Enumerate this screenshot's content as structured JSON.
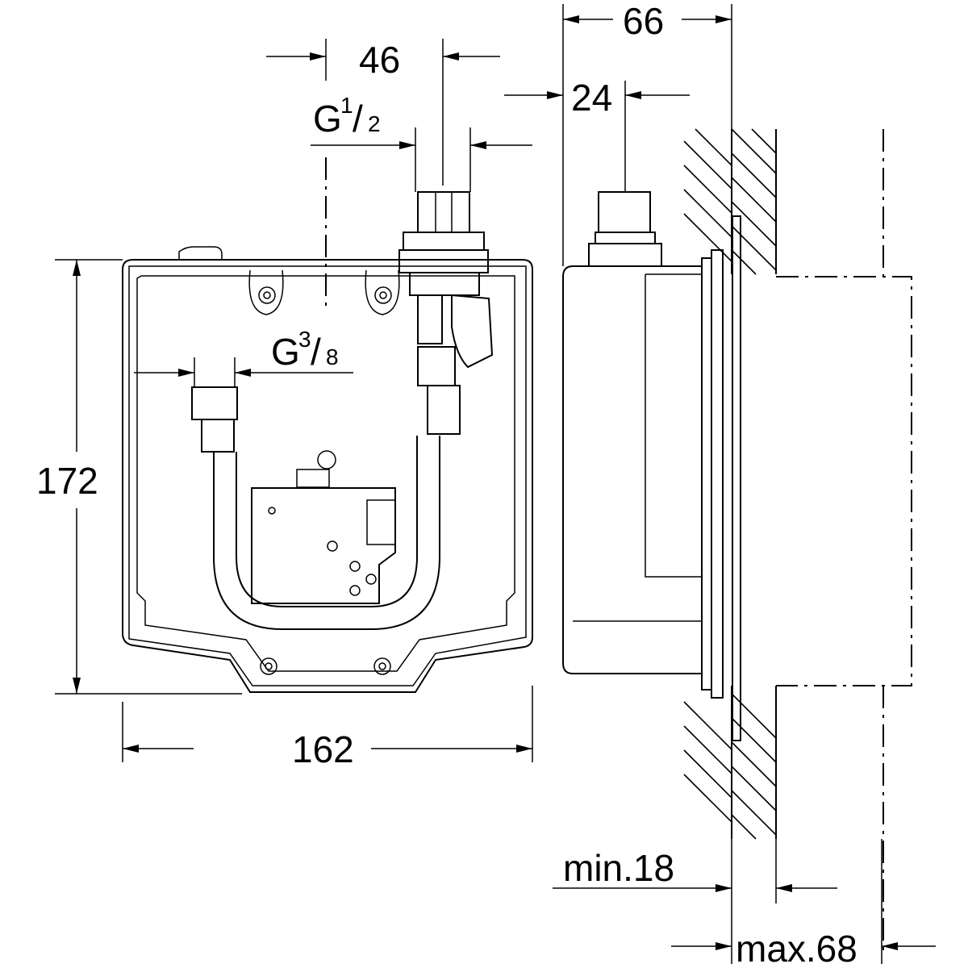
{
  "drawing": {
    "front_view": {
      "width_label": "162",
      "height_label": "172",
      "pipe_spacing_label": "46",
      "inlet_thread": {
        "letter": "G",
        "num": "1",
        "den": "2"
      },
      "hose_thread": {
        "letter": "G",
        "num": "3",
        "den": "8"
      }
    },
    "side_view": {
      "depth_label": "66",
      "inlet_offset_label": "24",
      "wall_min_label": "min.18",
      "wall_max_label": "max.68"
    }
  },
  "colors": {
    "line": "#000000",
    "background": "#ffffff"
  }
}
